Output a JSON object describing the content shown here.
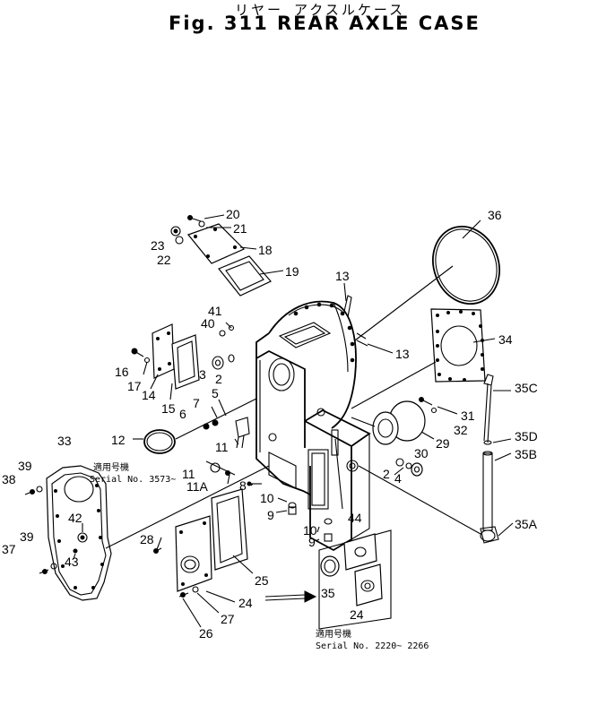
{
  "title": {
    "japanese": "リヤー アクスルケース",
    "english": "Fig. 311 REAR AXLE CASE"
  },
  "serial_notes": {
    "upper": {
      "jp": "適用号機",
      "serial": "Serial No. 3573~"
    },
    "lower": {
      "jp": "適用号機",
      "serial": "Serial No. 2220~ 2266"
    }
  },
  "callouts": [
    {
      "label": "20"
    },
    {
      "label": "21"
    },
    {
      "label": "18"
    },
    {
      "label": "23"
    },
    {
      "label": "22"
    },
    {
      "label": "19"
    },
    {
      "label": "13"
    },
    {
      "label": "13"
    },
    {
      "label": "36"
    },
    {
      "label": "34"
    },
    {
      "label": "41"
    },
    {
      "label": "40"
    },
    {
      "label": "16"
    },
    {
      "label": "17"
    },
    {
      "label": "14"
    },
    {
      "label": "3"
    },
    {
      "label": "2"
    },
    {
      "label": "15"
    },
    {
      "label": "7"
    },
    {
      "label": "5"
    },
    {
      "label": "6"
    },
    {
      "label": "12"
    },
    {
      "label": "11"
    },
    {
      "label": "35C"
    },
    {
      "label": "31"
    },
    {
      "label": "32"
    },
    {
      "label": "29"
    },
    {
      "label": "30"
    },
    {
      "label": "35D"
    },
    {
      "label": "35B"
    },
    {
      "label": "33"
    },
    {
      "label": "39"
    },
    {
      "label": "38"
    },
    {
      "label": "11"
    },
    {
      "label": "11A"
    },
    {
      "label": "8"
    },
    {
      "label": "10"
    },
    {
      "label": "9"
    },
    {
      "label": "2"
    },
    {
      "label": "4"
    },
    {
      "label": "44"
    },
    {
      "label": "42"
    },
    {
      "label": "43"
    },
    {
      "label": "39"
    },
    {
      "label": "37"
    },
    {
      "label": "28"
    },
    {
      "label": "10"
    },
    {
      "label": "9"
    },
    {
      "label": "35A"
    },
    {
      "label": "25"
    },
    {
      "label": "35"
    },
    {
      "label": "24"
    },
    {
      "label": "24"
    },
    {
      "label": "27"
    },
    {
      "label": "26"
    }
  ]
}
